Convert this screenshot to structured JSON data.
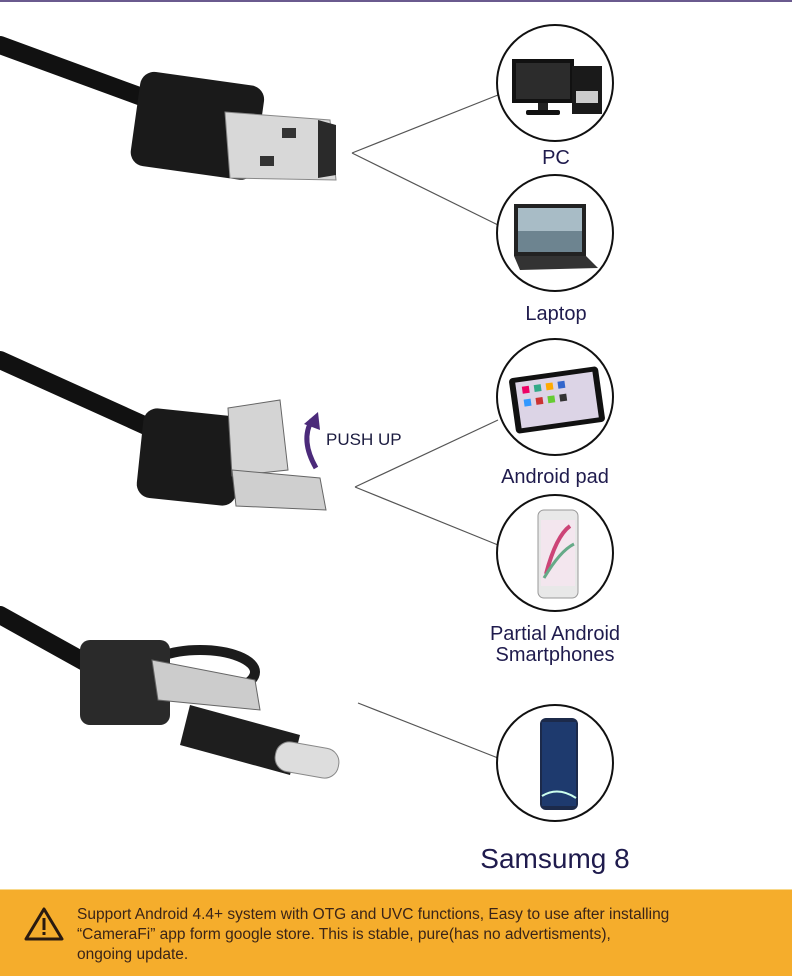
{
  "header": {
    "accent_line_color": "#6a5a8e"
  },
  "sections": [
    {
      "connector": "USB-A with micro-USB",
      "devices": [
        {
          "name": "pc",
          "label": "PC",
          "icon": "desktop-computer-icon"
        },
        {
          "name": "laptop",
          "label": "Laptop",
          "icon": "laptop-icon"
        }
      ]
    },
    {
      "connector": "Micro-USB (flip-up)",
      "annotation": "PUSH UP",
      "devices": [
        {
          "name": "android-pad",
          "label": "Android pad",
          "icon": "tablet-icon"
        },
        {
          "name": "android-phones",
          "label_line1": "Partial Android",
          "label_line2": "Smartphones",
          "icon": "smartphone-icon"
        }
      ]
    },
    {
      "connector": "USB Type-C adapter",
      "devices": [
        {
          "name": "samsung-8",
          "label": "Samsumg 8",
          "icon": "samsung-phone-icon"
        }
      ]
    }
  ],
  "notice": {
    "icon": "warning-icon",
    "line1": "Support Android 4.4+ system with OTG and UVC functions, Easy to use after installing",
    "line2": "“CameraFi” app form google store. This is stable, pure(has no advertisments),",
    "line3": "ongoing update.",
    "background": "#f5ad2c"
  }
}
